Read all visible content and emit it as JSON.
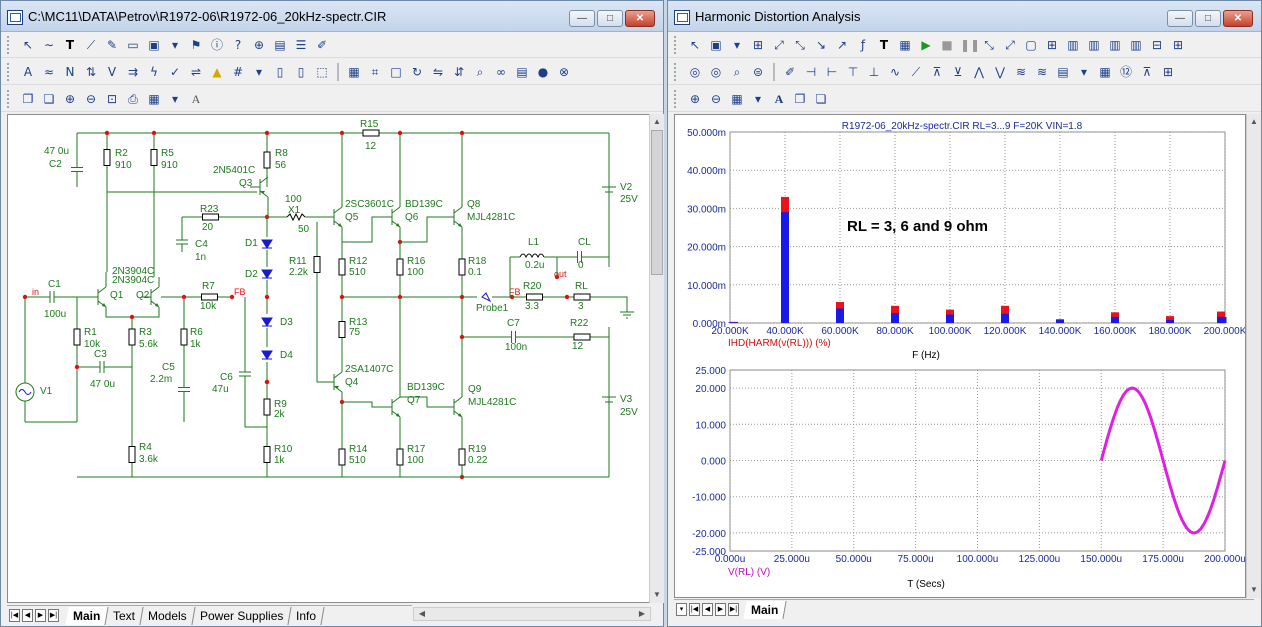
{
  "left_window": {
    "title": "C:\\MC11\\DATA\\Petrov\\R1972-06\\R1972-06_20kHz-spectr.CIR",
    "tabs": [
      "Main",
      "Text",
      "Models",
      "Power Supplies",
      "Info"
    ],
    "active_tab": "Main"
  },
  "right_window": {
    "title": "Harmonic Distortion Analysis",
    "tabs": [
      "Main"
    ],
    "active_tab": "Main"
  },
  "schematic": {
    "labels": {
      "c2": "C2",
      "c2v": "47 0u",
      "r2": "R2",
      "r2v": "910",
      "r5": "R5",
      "r5v": "910",
      "r8": "R8",
      "r8v": "56",
      "q3m": "2N5401C",
      "q3": "Q3",
      "r15": "R15",
      "r15v": "12",
      "v2": "V2",
      "v2v": "25V",
      "r23": "R23",
      "r23v": "20",
      "c4": "C4",
      "c4v": "1n",
      "x1a": "100",
      "x1": "X1",
      "x1b": "50",
      "d1": "D1",
      "d2": "D2",
      "d3": "D3",
      "d4": "D4",
      "q5m": "2SC3601C",
      "q5": "Q5",
      "q6m": "BD139C",
      "q6": "Q6",
      "q8": "Q8",
      "q8m": "MJL4281C",
      "r11": "R11",
      "r11v": "2.2k",
      "r12": "R12",
      "r12v": "510",
      "r16": "R16",
      "r16v": "100",
      "r18": "R18",
      "r18v": "0.1",
      "l1": "L1",
      "l1v": "0.2u",
      "cl": "CL",
      "clv": "0",
      "out": "out",
      "q1m1": "2N3904C",
      "q1m2": "2N3904C",
      "q1": "Q1",
      "q2": "Q2",
      "c1": "C1",
      "c1v": "100u",
      "in": "in",
      "r7": "R7",
      "r7v": "10k",
      "fb": "FB",
      "fb2": "FB",
      "r20": "R20",
      "r20v": "3.3",
      "rl": "RL",
      "rlv": "3",
      "probe": "Probe1",
      "r1": "R1",
      "r1v": "10k",
      "r3": "R3",
      "r3v": "5.6k",
      "r6": "R6",
      "r6v": "1k",
      "c3": "C3",
      "c3v": "47 0u",
      "c5": "C5",
      "c5v": "2.2m",
      "c6": "C6",
      "c6v": "47u",
      "r13": "R13",
      "r13v": "75",
      "c7": "C7",
      "c7v": "100n",
      "r22": "R22",
      "r22v": "12",
      "v1": "V1",
      "q4m": "2SA1407C",
      "q4": "Q4",
      "q7m": "BD139C",
      "q7": "Q7",
      "q9": "Q9",
      "q9m": "MJL4281C",
      "v3": "V3",
      "v3v": "25V",
      "r9": "R9",
      "r9v": "2k",
      "r4": "R4",
      "r4v": "3.6k",
      "r10": "R10",
      "r10v": "1k",
      "r14": "R14",
      "r14v": "510",
      "r17": "R17",
      "r17v": "100",
      "r19": "R19",
      "r19v": "0.22"
    }
  },
  "chart_data": [
    {
      "type": "bar",
      "title": "R1972-06_20kHz-spectr.CIR RL=3...9 F=20K VIN=1.8",
      "xlabel": "F (Hz)",
      "ylabel": "IHD(HARM(v(RL))) (%)",
      "annotation": "RL = 3, 6 and 9 ohm",
      "xlim": [
        20000,
        200000
      ],
      "ylim": [
        0,
        50
      ],
      "x_ticks": [
        "20.000K",
        "40.000K",
        "60.000K",
        "80.000K",
        "100.000K",
        "120.000K",
        "140.000K",
        "160.000K",
        "180.000K",
        "200.000K"
      ],
      "y_ticks": [
        "0.000m",
        "10.000m",
        "20.000m",
        "30.000m",
        "40.000m",
        "50.000m"
      ],
      "x": [
        20000,
        40000,
        60000,
        80000,
        100000,
        120000,
        140000,
        160000,
        180000,
        200000
      ],
      "series": [
        {
          "color": "#e8131b",
          "values": [
            0.3,
            33,
            5.5,
            4.5,
            3.5,
            4.5,
            1.0,
            2.8,
            1.8,
            3.0
          ]
        },
        {
          "color": "#1a1ae6",
          "values": [
            0.2,
            29,
            3.8,
            2.6,
            2.2,
            2.4,
            0.8,
            1.6,
            0.8,
            1.6
          ]
        }
      ],
      "grid": true
    },
    {
      "type": "line",
      "xlabel": "T (Secs)",
      "ylabel": "V(RL) (V)",
      "xlim": [
        0,
        200
      ],
      "ylim": [
        -25,
        25
      ],
      "x_ticks": [
        "0.000u",
        "25.000u",
        "50.000u",
        "75.000u",
        "100.000u",
        "125.000u",
        "150.000u",
        "175.000u",
        "200.000u"
      ],
      "y_ticks": [
        "25.000",
        "20.000",
        "10.000",
        "0.000",
        "-10.000",
        "-20.000",
        "-25.000"
      ],
      "series": [
        {
          "color": "#e020e0",
          "x": [
            150,
            162.5,
            175,
            187.5,
            200
          ],
          "values": [
            0,
            20,
            0,
            -20,
            0
          ]
        }
      ],
      "grid": true
    }
  ],
  "colors": {
    "wire": "#1e7a1e",
    "node": "#e01010",
    "component_text": "#1e7a1e",
    "chart_text": "#1a2a9a",
    "window_bg": "#f0f0f0"
  }
}
